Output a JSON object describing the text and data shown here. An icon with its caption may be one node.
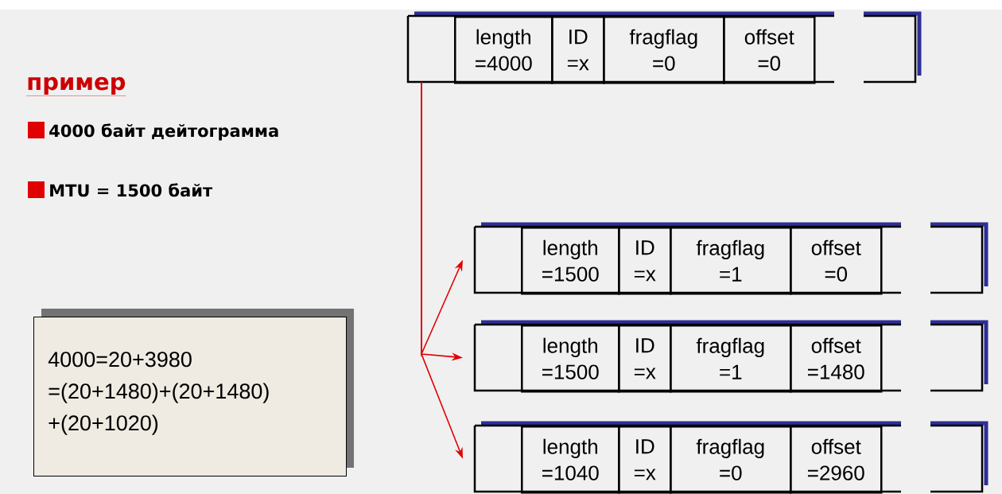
{
  "diagram": {
    "title": "пример",
    "nodes": [
      {
        "text": [],
        "shape": "box"
      },
      {
        "text": [
          "length =4000"
        ],
        "in": 0
      },
      {
        "text": [
          "ID =x"
        ],
        "in": 0
      },
      {
        "text": [
          "fragflag =0"
        ],
        "in": 0
      },
      {
        "text": [
          "offset =0"
        ],
        "in": 0
      },
      {
        "text": [],
        "shape": "box"
      },
      {
        "text": [
          "length =1500"
        ],
        "in": 5
      },
      {
        "text": [
          "ID =x"
        ],
        "in": 5
      },
      {
        "text": [
          "fragflag =1"
        ],
        "in": 5
      },
      {
        "text": [
          "offset =0"
        ],
        "in": 5
      },
      {
        "text": [],
        "shape": "box"
      },
      {
        "text": [
          "length =1500"
        ],
        "in": 10
      },
      {
        "text": [
          "ID =x"
        ],
        "in": 10
      },
      {
        "text": [
          "fragflag =1"
        ],
        "in": 10
      },
      {
        "text": [
          "offset =1480"
        ],
        "in": 10
      },
      {
        "text": [],
        "shape": "box"
      },
      {
        "text": [
          "length =1040"
        ],
        "in": 15
      },
      {
        "text": [
          "ID =x"
        ],
        "in": 15
      },
      {
        "text": [
          "fragflag =0"
        ],
        "in": 15
      },
      {
        "text": [
          "offset =2960"
        ],
        "in": 15
      },
      {
        "text": [
          "4000=20+3980 =(20+1480)+(20+1480) +(20+1020)"
        ]
      }
    ],
    "edges": [
      {
        "from": 0,
        "to": 5,
        "arrow": "to"
      },
      {
        "from": 0,
        "to": 10,
        "arrow": "to"
      },
      {
        "from": 0,
        "to": 15,
        "arrow": "to"
      }
    ],
    "labels": [
      "4000 байт дейтограмма",
      "MTU = 1500 байт"
    ]
  }
}
